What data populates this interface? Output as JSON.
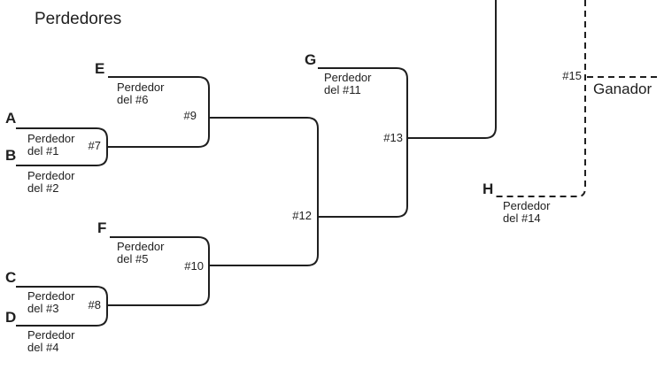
{
  "bracket": {
    "title": "Perdedores",
    "winner_label": "Ganador",
    "line_color": "#1f1f1f",
    "entries": [
      {
        "letter": "A",
        "source": "Perdedor\ndel #1"
      },
      {
        "letter": "B",
        "source": "Perdedor\ndel #2"
      },
      {
        "letter": "C",
        "source": "Perdedor\ndel #3"
      },
      {
        "letter": "D",
        "source": "Perdedor\ndel #4"
      },
      {
        "letter": "E",
        "source": "Perdedor\ndel #6"
      },
      {
        "letter": "F",
        "source": "Perdedor\ndel #5"
      },
      {
        "letter": "G",
        "source": "Perdedor\ndel #11"
      },
      {
        "letter": "H",
        "source": "Perdedor\ndel #14"
      }
    ],
    "matches": [
      "#7",
      "#8",
      "#9",
      "#10",
      "#12",
      "#13",
      "#15"
    ]
  }
}
